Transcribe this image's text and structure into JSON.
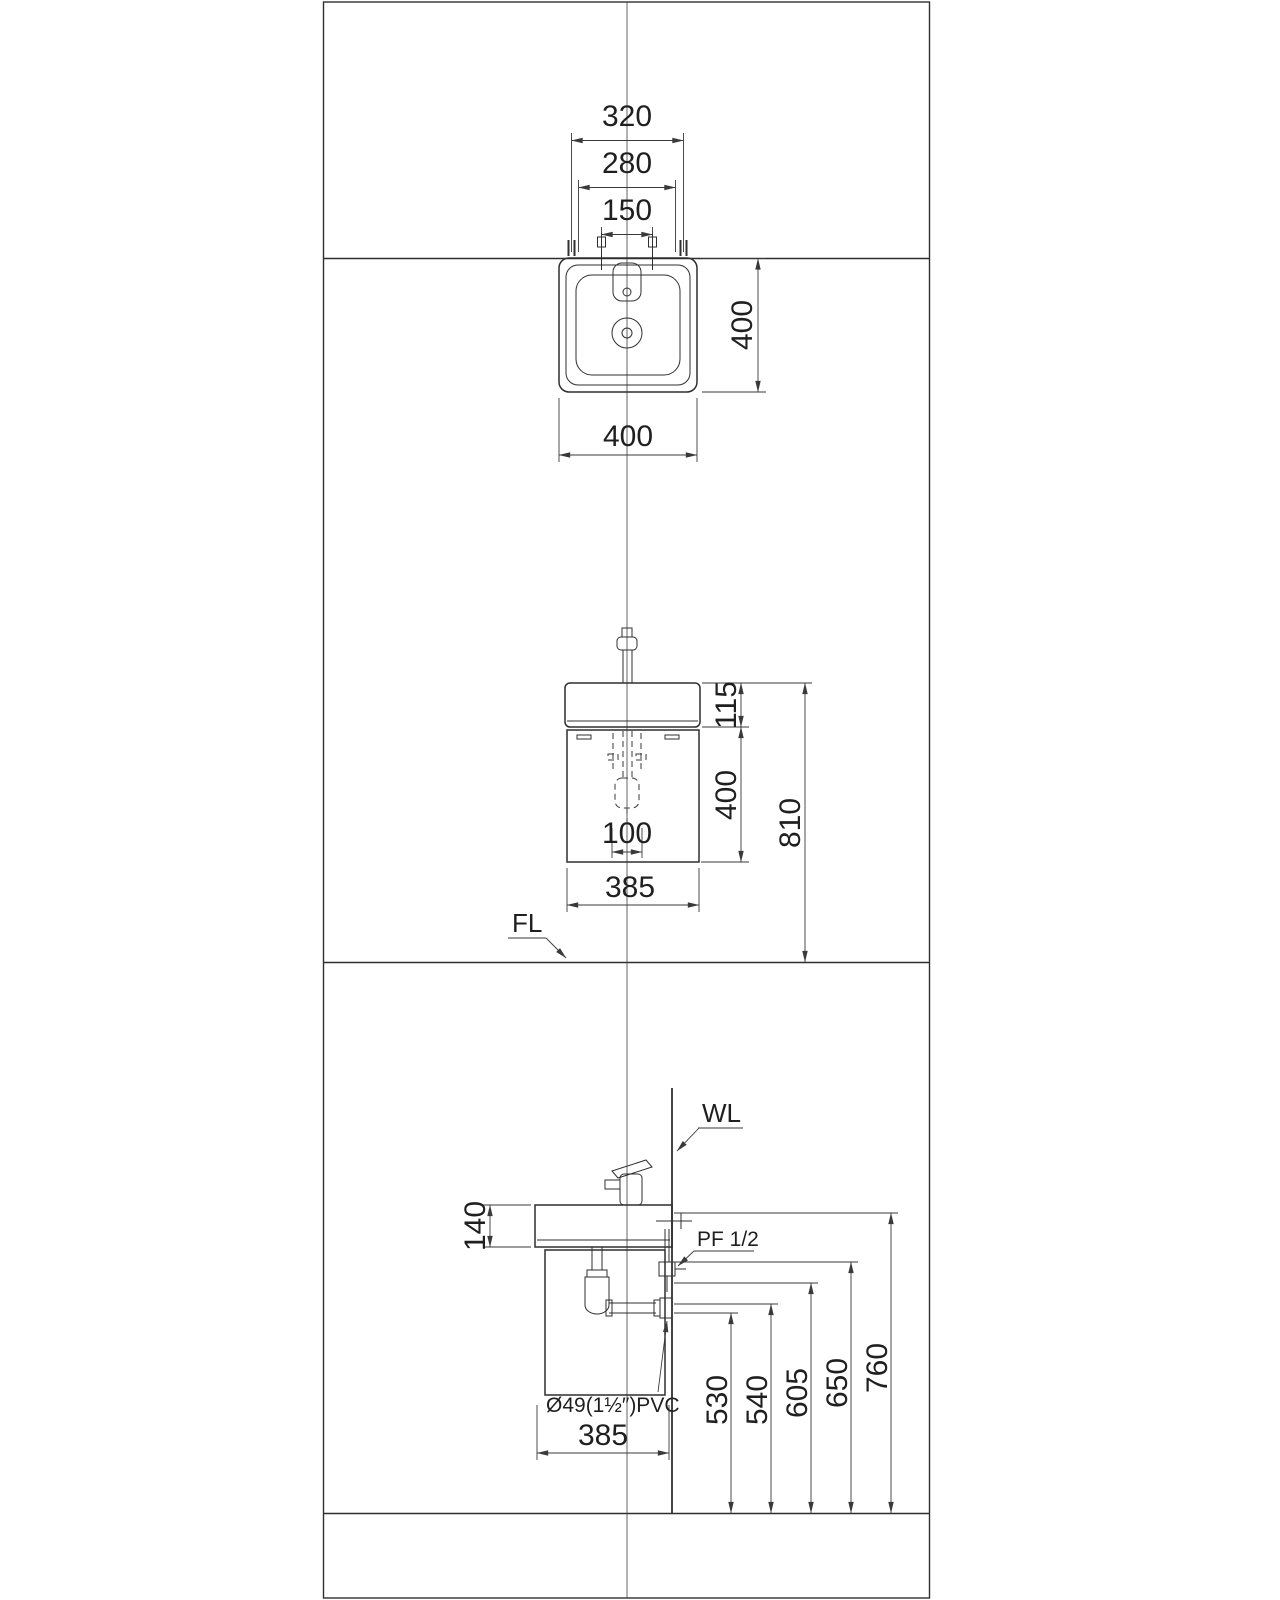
{
  "colors": {
    "line": "#343434",
    "text": "#1f1f1f",
    "background": "#ffffff"
  },
  "plan_view": {
    "dim_mount_holes_outer": "320",
    "dim_mount_holes_inner": "280",
    "dim_faucet_holes": "150",
    "dim_depth": "400",
    "dim_width": "400"
  },
  "front_view": {
    "dim_basin_height": "115",
    "dim_cabinet_height": "400",
    "dim_overall_height": "810",
    "dim_drain_offset": "100",
    "dim_width": "385",
    "floor_label": "FL"
  },
  "side_view": {
    "wall_label": "WL",
    "dim_basin_thickness": "140",
    "supply_label": "PF  1/2",
    "drain_label": "Ø49(1½″)PVC",
    "dim_depth": "385",
    "dim_h_530": "530",
    "dim_h_540": "540",
    "dim_h_605": "605",
    "dim_h_650": "650",
    "dim_h_760": "760"
  }
}
